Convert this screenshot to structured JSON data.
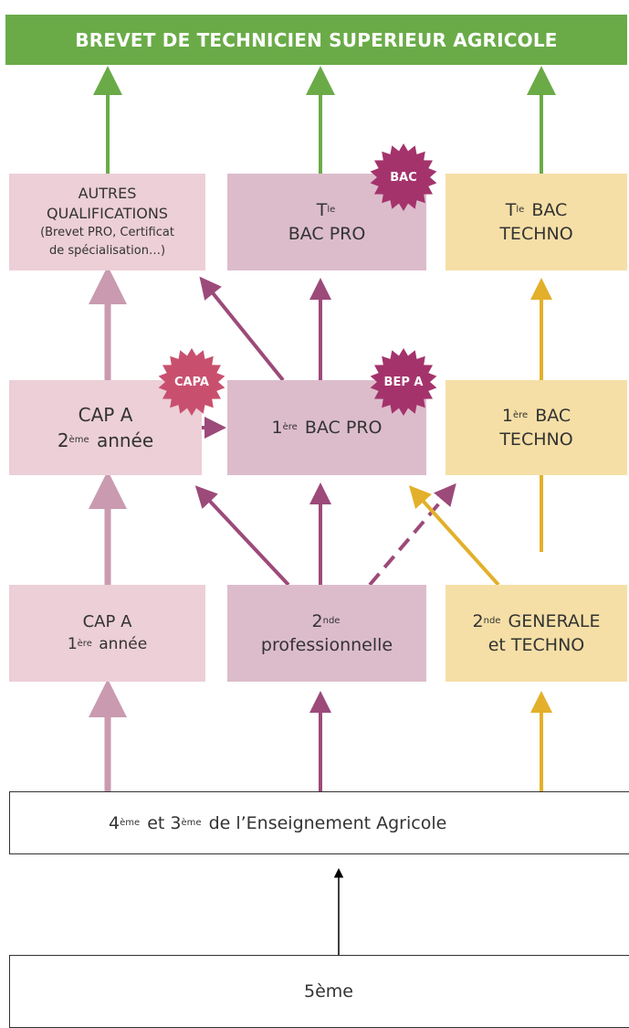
{
  "banner": "BREVET DE TECHNICIEN SUPERIEUR AGRICOLE",
  "autres": {
    "line1": "AUTRES",
    "line2": "QUALIFICATIONS",
    "line3": "(Brevet PRO, Certificat",
    "line4": "de spécialisation…)"
  },
  "tle_bac_pro": {
    "sup": "le",
    "prefix": "T",
    "line2": "BAC PRO"
  },
  "tle_bac_techno": {
    "prefix": "T",
    "sup": "le",
    "suffix": "BAC",
    "line2": "TECHNO"
  },
  "cap_a_2": {
    "line1": "CAP A",
    "num": "2",
    "sup": "ème",
    "rest": "année"
  },
  "premiere_bac_pro": {
    "num": "1",
    "sup": "ère",
    "rest": "BAC PRO"
  },
  "premiere_bac_techno": {
    "num": "1",
    "sup": "ère",
    "rest": "BAC",
    "line2": "TECHNO"
  },
  "cap_a_1": {
    "line1": "CAP A",
    "num": "1",
    "sup": "ère",
    "rest": "année"
  },
  "seconde_pro": {
    "num": "2",
    "sup": "nde",
    "line2": "professionnelle"
  },
  "seconde_gen": {
    "num": "2",
    "sup": "nde",
    "rest": "GENERALE",
    "line2": "et TECHNO"
  },
  "quatrieme": {
    "num1": "4",
    "sup1": "ème",
    "mid": "et 3",
    "sup2": "ème",
    "rest": "de l’Enseignement Agricole"
  },
  "cinquieme": "5ème",
  "badges": {
    "bac": "BAC",
    "capa": "CAPA",
    "bepa": "BEP A"
  },
  "colors": {
    "green": "#6aab48",
    "pink": "#eccfd7",
    "mauve": "#dcbccb",
    "yellow": "#f5dfa6",
    "plum": "#9c4a7a",
    "lightplum": "#c99ab0",
    "gold": "#e2b02a",
    "badge": "#c8506e",
    "badge_dark": "#a4336c"
  }
}
